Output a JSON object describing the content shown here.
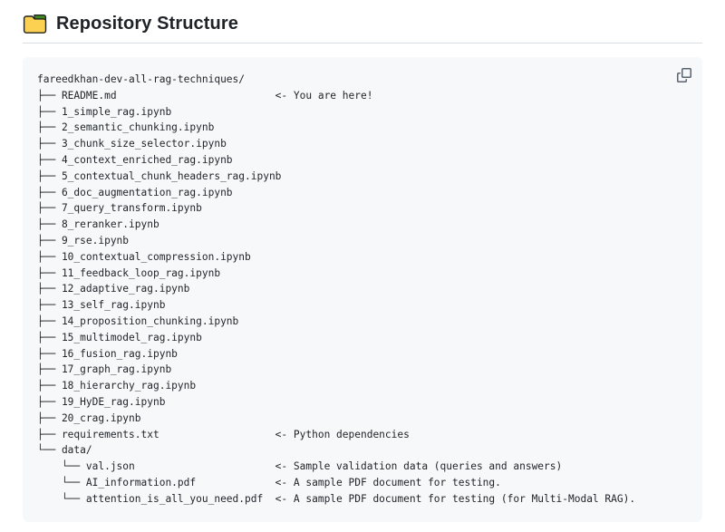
{
  "header": {
    "icon": "folder-icon",
    "title": "Repository Structure"
  },
  "code_block": {
    "copy_icon": "copy-icon",
    "comment_column": 39,
    "lines": [
      {
        "text": "fareedkhan-dev-all-rag-techniques/"
      },
      {
        "text": "├── README.md",
        "comment": "<- You are here!"
      },
      {
        "text": "├── 1_simple_rag.ipynb"
      },
      {
        "text": "├── 2_semantic_chunking.ipynb"
      },
      {
        "text": "├── 3_chunk_size_selector.ipynb"
      },
      {
        "text": "├── 4_context_enriched_rag.ipynb"
      },
      {
        "text": "├── 5_contextual_chunk_headers_rag.ipynb"
      },
      {
        "text": "├── 6_doc_augmentation_rag.ipynb"
      },
      {
        "text": "├── 7_query_transform.ipynb"
      },
      {
        "text": "├── 8_reranker.ipynb"
      },
      {
        "text": "├── 9_rse.ipynb"
      },
      {
        "text": "├── 10_contextual_compression.ipynb"
      },
      {
        "text": "├── 11_feedback_loop_rag.ipynb"
      },
      {
        "text": "├── 12_adaptive_rag.ipynb"
      },
      {
        "text": "├── 13_self_rag.ipynb"
      },
      {
        "text": "├── 14_proposition_chunking.ipynb"
      },
      {
        "text": "├── 15_multimodel_rag.ipynb"
      },
      {
        "text": "├── 16_fusion_rag.ipynb"
      },
      {
        "text": "├── 17_graph_rag.ipynb"
      },
      {
        "text": "├── 18_hierarchy_rag.ipynb"
      },
      {
        "text": "├── 19_HyDE_rag.ipynb"
      },
      {
        "text": "├── 20_crag.ipynb"
      },
      {
        "text": "├── requirements.txt",
        "comment": "<- Python dependencies"
      },
      {
        "text": "└── data/"
      },
      {
        "text": "    └── val.json",
        "comment": "<- Sample validation data (queries and answers)"
      },
      {
        "text": "    └── AI_information.pdf",
        "comment": "<- A sample PDF document for testing."
      },
      {
        "text": "    └── attention_is_all_you_need.pdf",
        "comment": "<- A sample PDF document for testing (for Multi-Modal RAG)."
      }
    ]
  },
  "colors": {
    "page_background": "#ffffff",
    "text": "#1f2328",
    "code_background": "#f6f8fa",
    "divider": "#d8dee4",
    "icon_muted": "#59636e",
    "folder_yellow": "#fcd050",
    "folder_green": "#3f8624"
  }
}
